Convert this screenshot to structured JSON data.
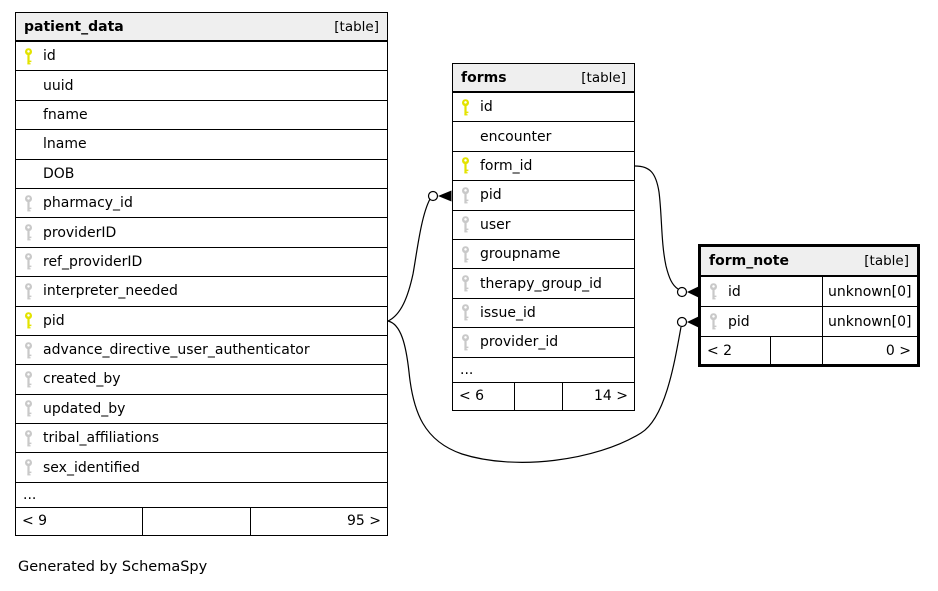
{
  "credit": "Generated by SchemaSpy",
  "colors": {
    "header_bg": "#efefef",
    "primary_key": "#e3e300",
    "foreign_key": "#c9c9c9",
    "border": "#000000",
    "background": "#ffffff"
  },
  "tables": {
    "patient_data": {
      "title": "patient_data",
      "badge": "[table]",
      "columns": [
        {
          "name": "id",
          "key": "pk"
        },
        {
          "name": "uuid",
          "key": "none"
        },
        {
          "name": "fname",
          "key": "none"
        },
        {
          "name": "lname",
          "key": "none"
        },
        {
          "name": "DOB",
          "key": "none"
        },
        {
          "name": "pharmacy_id",
          "key": "fk"
        },
        {
          "name": "providerID",
          "key": "fk"
        },
        {
          "name": "ref_providerID",
          "key": "fk"
        },
        {
          "name": "interpreter_needed",
          "key": "fk"
        },
        {
          "name": "pid",
          "key": "pk"
        },
        {
          "name": "advance_directive_user_authenticator",
          "key": "fk"
        },
        {
          "name": "created_by",
          "key": "fk"
        },
        {
          "name": "updated_by",
          "key": "fk"
        },
        {
          "name": "tribal_affiliations",
          "key": "fk"
        },
        {
          "name": "sex_identified",
          "key": "fk"
        }
      ],
      "ellipsis": "...",
      "footer": {
        "left": "< 9",
        "middle": "",
        "right": "95 >"
      }
    },
    "forms": {
      "title": "forms",
      "badge": "[table]",
      "columns": [
        {
          "name": "id",
          "key": "pk"
        },
        {
          "name": "encounter",
          "key": "none"
        },
        {
          "name": "form_id",
          "key": "pk"
        },
        {
          "name": "pid",
          "key": "fk"
        },
        {
          "name": "user",
          "key": "fk"
        },
        {
          "name": "groupname",
          "key": "fk"
        },
        {
          "name": "therapy_group_id",
          "key": "fk"
        },
        {
          "name": "issue_id",
          "key": "fk"
        },
        {
          "name": "provider_id",
          "key": "fk"
        }
      ],
      "ellipsis": "...",
      "footer": {
        "left": "< 6",
        "middle": "",
        "right": "14 >"
      }
    },
    "form_note": {
      "title": "form_note",
      "badge": "[table]",
      "columns": [
        {
          "name": "id",
          "key": "fk",
          "type": "unknown[0]"
        },
        {
          "name": "pid",
          "key": "fk",
          "type": "unknown[0]"
        }
      ],
      "footer": {
        "left": "< 2",
        "middle": "",
        "right": "0 >"
      }
    }
  },
  "relationships": [
    {
      "from_table": "patient_data",
      "from_column": "pid",
      "to_table": "forms",
      "to_column": "pid"
    },
    {
      "from_table": "patient_data",
      "from_column": "pid",
      "to_table": "form_note",
      "to_column": "pid"
    },
    {
      "from_table": "forms",
      "from_column": "form_id",
      "to_table": "form_note",
      "to_column": "id"
    }
  ]
}
